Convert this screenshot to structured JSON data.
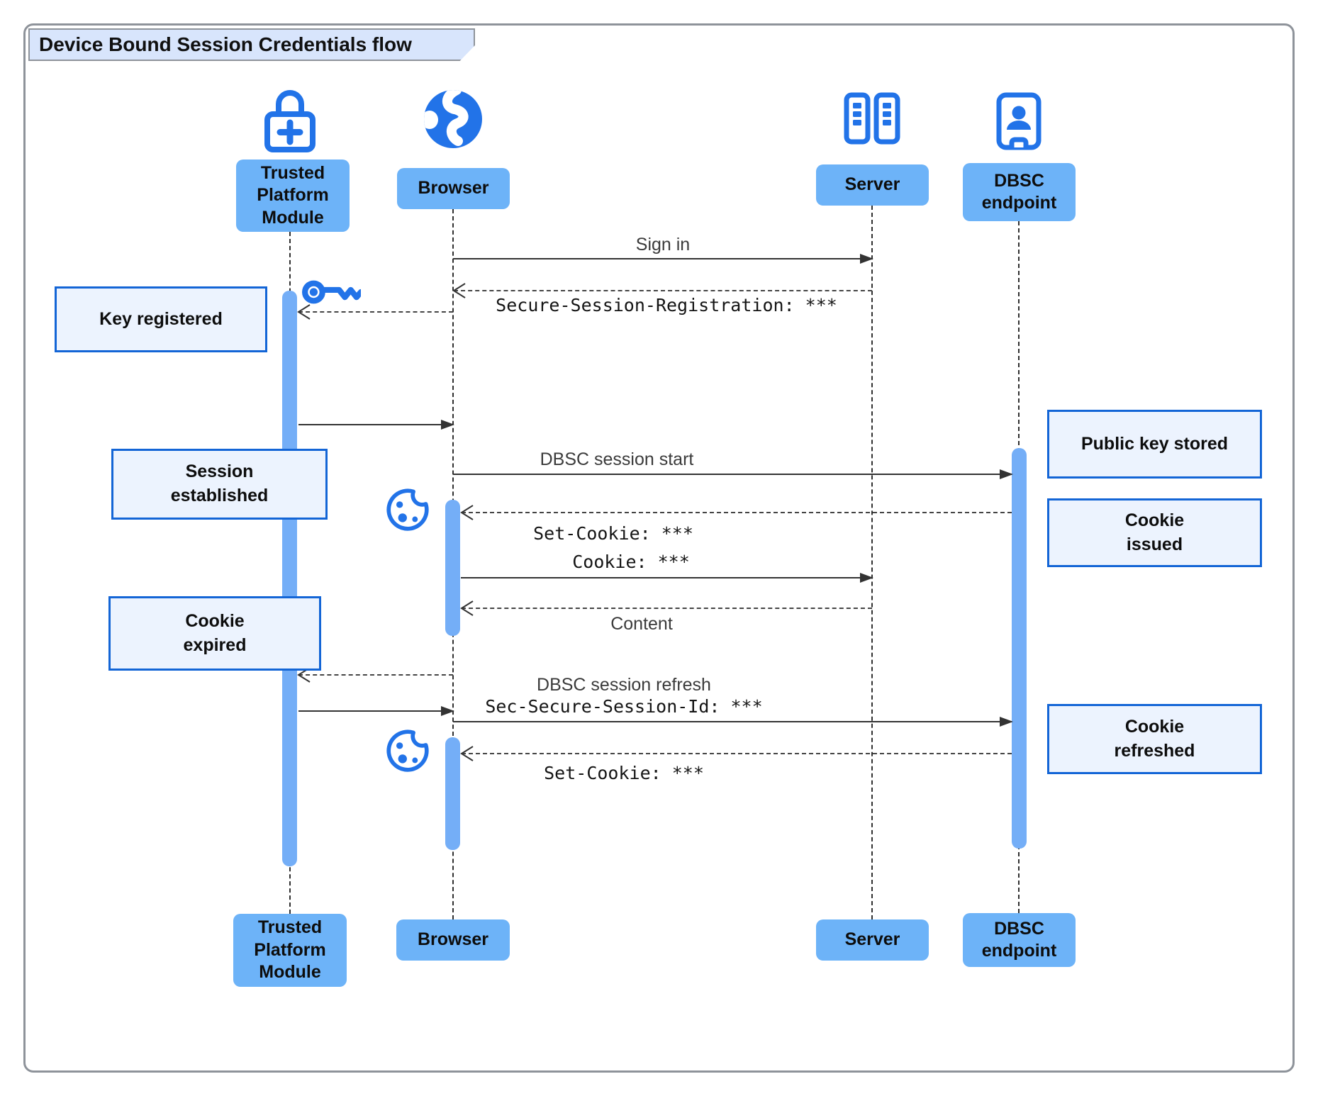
{
  "title": "Device Bound Session Credentials flow",
  "colors": {
    "icon_blue": "#2273e8",
    "participant_fill": "#6db3f8",
    "activation_fill": "#74aef7",
    "note_fill": "#ecf3fe",
    "note_border": "#1365d6",
    "title_tab_fill": "#d8e5fc",
    "frame_border": "#8e939a",
    "arrow_color": "#333333"
  },
  "participants": {
    "tpm": {
      "label": "Trusted\nPlatform\nModule",
      "icon": "lock-plus-icon"
    },
    "browser": {
      "label": "Browser",
      "icon": "globe-icon"
    },
    "server": {
      "label": "Server",
      "icon": "server-rack-icon"
    },
    "dbsc": {
      "label": "DBSC\nendpoint",
      "icon": "badge-person-icon"
    }
  },
  "messages": {
    "sign_in": "Sign in",
    "secure_session_registration": "Secure-Session-Registration: ***",
    "dbsc_session_start": "DBSC session start",
    "set_cookie_1": "Set-Cookie: ***",
    "cookie": "Cookie: ***",
    "content": "Content",
    "dbsc_session_refresh": "DBSC session refresh",
    "sec_secure_session_id": "Sec-Secure-Session-Id: ***",
    "set_cookie_2": "Set-Cookie: ***"
  },
  "notes": {
    "key_registered": "Key registered",
    "session_established": "Session\nestablished",
    "cookie_expired": "Cookie\nexpired",
    "public_key_stored": "Public key stored",
    "cookie_issued": "Cookie\nissued",
    "cookie_refreshed": "Cookie\nrefreshed"
  },
  "decorations": {
    "key_icon": "key-icon",
    "cookie_icon_1": "cookie-icon",
    "cookie_icon_2": "cookie-icon"
  }
}
